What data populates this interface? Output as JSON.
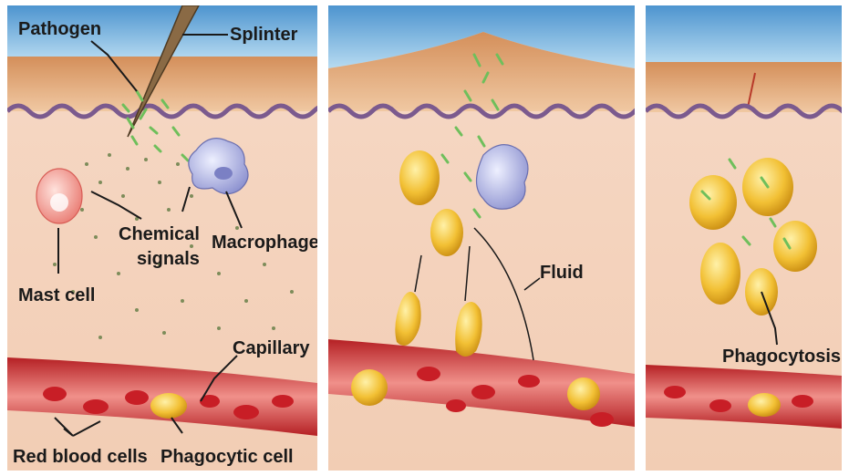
{
  "panels": [
    {
      "labels": {
        "pathogen": "Pathogen",
        "splinter": "Splinter",
        "chemical_signals_line1": "Chemical",
        "chemical_signals_line2": "signals",
        "macrophage": "Macrophage",
        "mast_cell": "Mast cell",
        "capillary": "Capillary",
        "red_blood_cells": "Red blood cells",
        "phagocytic_cell": "Phagocytic cell"
      }
    },
    {
      "labels": {
        "fluid": "Fluid"
      }
    },
    {
      "labels": {
        "phagocytosis": "Phagocytosis"
      }
    }
  ],
  "colors": {
    "sky": "#8fc3e6",
    "epidermis": "#e9b98e",
    "dermis": "#f6dccb",
    "membrane": "#7b5a8e",
    "vessel": "#d8383a",
    "red_cell": "#c81e26",
    "phagocyte": "#f1bb2c",
    "macrophage": "#aab0e0",
    "mast_cell": "#f4a39c",
    "pathogen": "#6fbf5b"
  }
}
